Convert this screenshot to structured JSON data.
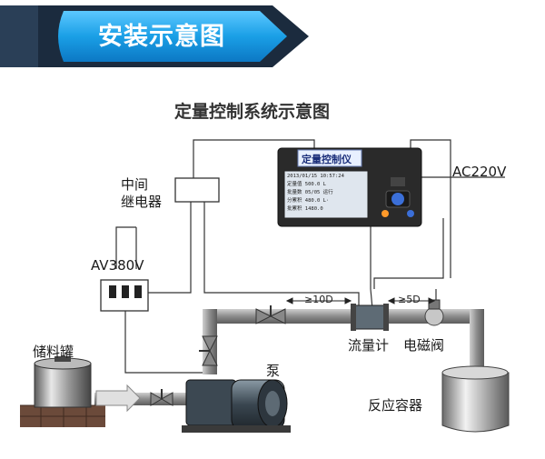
{
  "banner": {
    "title": "安装示意图"
  },
  "diagram": {
    "title": "定量控制系统示意图",
    "labels": {
      "relay_line1": "中间",
      "relay_line2": "继电器",
      "power_ac220": "AC220V",
      "power_av380": "AV380V",
      "storage_tank": "储料罐",
      "pump": "泵",
      "flowmeter": "流量计",
      "solenoid_valve": "电磁阀",
      "reactor": "反应容器",
      "dist_10d": "≥10D",
      "dist_5d": "≥5D"
    },
    "controller": {
      "header": "定量控制仪",
      "screen_lines": [
        "2013/01/15    10:57:24",
        "定量值   500.0    L",
        "批量数   05/05   运行",
        "分累积   480.0    L·",
        "批累积  1480.0"
      ]
    }
  },
  "colors": {
    "banner_blue": "#1aa3e8",
    "banner_dark": "#1b2b3e",
    "pipe": "#8a8a8a"
  }
}
